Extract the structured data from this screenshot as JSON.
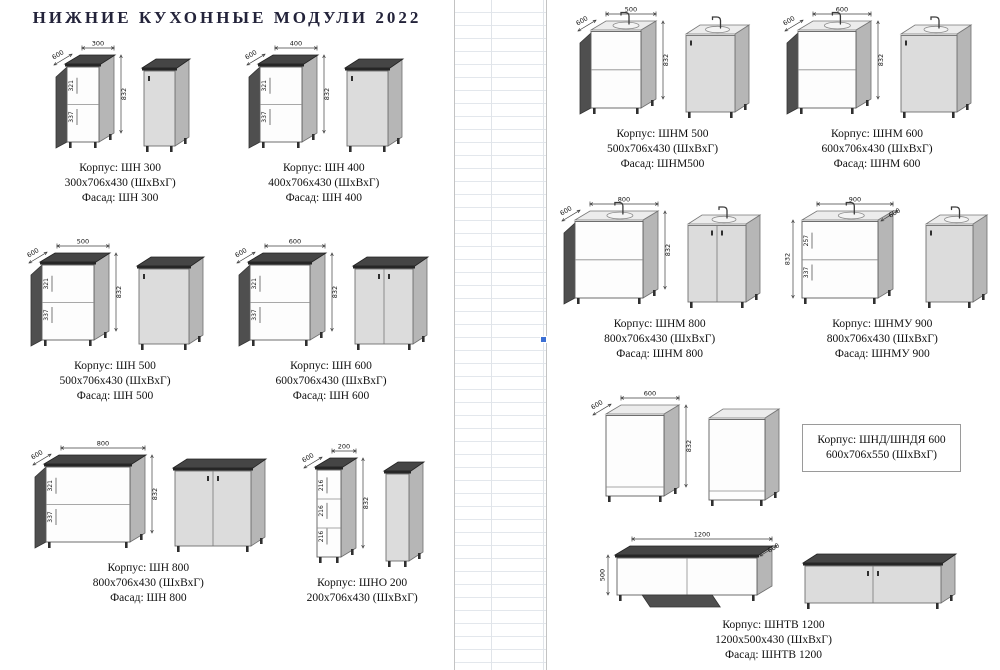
{
  "page_title": "НИЖНИЕ КУХОННЫЕ МОДУЛИ 2022",
  "modules": [
    {
      "caption": [
        "Корпус: ШН 300",
        "300х706х430 (ШхВхГ)",
        "Фасад: ШН 300"
      ],
      "dims": {
        "width": "300",
        "depth": "600",
        "height": "832",
        "inner": [
          "321",
          "337"
        ]
      }
    },
    {
      "caption": [
        "Корпус: ШН 400",
        "400х706х430 (ШхВхГ)",
        "Фасад: ШН 400"
      ],
      "dims": {
        "width": "400",
        "depth": "600",
        "height": "832",
        "inner": [
          "321",
          "337"
        ]
      }
    },
    {
      "caption": [
        "Корпус: ШН 500",
        "500х706х430 (ШхВхГ)",
        "Фасад: ШН 500"
      ],
      "dims": {
        "width": "500",
        "depth": "600",
        "height": "832",
        "inner": [
          "321",
          "337"
        ]
      }
    },
    {
      "caption": [
        "Корпус: ШН 600",
        "600х706х430 (ШхВхГ)",
        "Фасад: ШН 600"
      ],
      "dims": {
        "width": "600",
        "depth": "600",
        "height": "832",
        "inner": [
          "321",
          "337"
        ]
      }
    },
    {
      "caption": [
        "Корпус: ШН 800",
        "800х706х430 (ШхВхГ)",
        "Фасад: ШН 800"
      ],
      "dims": {
        "width": "800",
        "depth": "600",
        "height": "832",
        "inner": [
          "321",
          "337"
        ]
      }
    },
    {
      "caption": [
        "Корпус: ШНО 200",
        "200х706х430 (ШхВхГ)"
      ],
      "dims": {
        "width": "200",
        "depth": "600",
        "height": "832",
        "inner": [
          "216",
          "216",
          "216"
        ]
      }
    },
    {
      "caption": [
        "Корпус: ШНМ 500",
        "500х706х430 (ШхВхГ)",
        "Фасад: ШНМ500"
      ],
      "dims": {
        "width": "500",
        "depth": "600",
        "height": "832",
        "inner": []
      }
    },
    {
      "caption": [
        "Корпус: ШНМ 600",
        "600х706х430 (ШхВхГ)",
        "Фасад: ШНМ 600"
      ],
      "dims": {
        "width": "600",
        "depth": "600",
        "height": "832",
        "inner": []
      }
    },
    {
      "caption": [
        "Корпус: ШНМ 800",
        "800х706х430 (ШхВхГ)",
        "Фасад: ШНМ 800"
      ],
      "dims": {
        "width": "800",
        "depth": "600",
        "height": "832",
        "inner": []
      }
    },
    {
      "caption": [
        "Корпус: ШНМУ 900",
        "800х706х430 (ШхВхГ)",
        "Фасад: ШНМУ 900"
      ],
      "dims": {
        "width": "900",
        "depth": "600",
        "height": "832",
        "inner": [
          "257",
          "337"
        ]
      }
    },
    {
      "caption": [
        "Корпус: ШНД/ШНДЯ 600",
        "600х706х550 (ШхВхГ)"
      ],
      "dims": {
        "width": "600",
        "depth": "600",
        "height": "832",
        "inner": []
      }
    },
    {
      "caption": [
        "Корпус: ШНТВ 1200",
        "1200х500х430 (ШхВхГ)",
        "Фасад: ШНТВ 1200"
      ],
      "dims": {
        "width": "1200",
        "depth": "600",
        "height": "500",
        "inner": []
      }
    }
  ]
}
